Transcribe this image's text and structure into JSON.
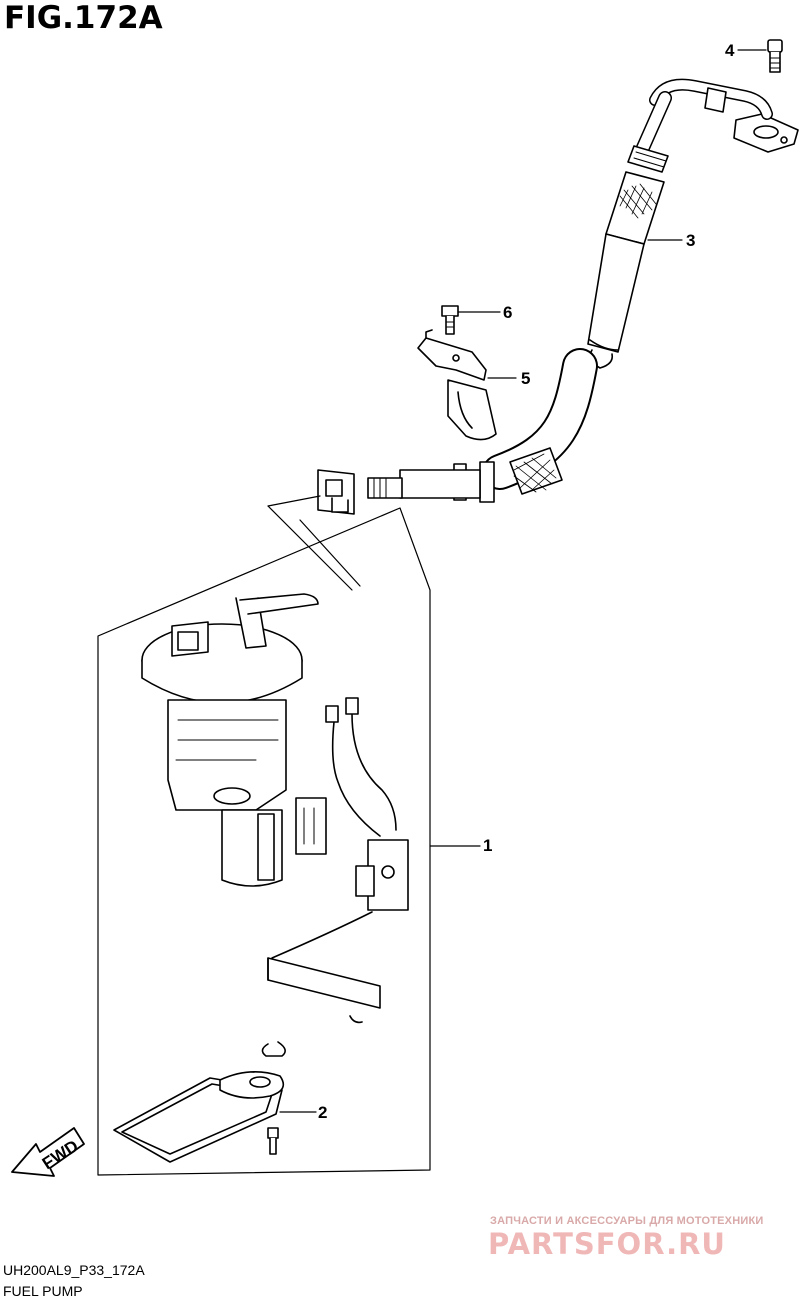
{
  "figure": {
    "title": "FIG.172A"
  },
  "callouts": [
    {
      "id": "1",
      "label": "1"
    },
    {
      "id": "2",
      "label": "2"
    },
    {
      "id": "3",
      "label": "3"
    },
    {
      "id": "4",
      "label": "4"
    },
    {
      "id": "5",
      "label": "5"
    },
    {
      "id": "6",
      "label": "6"
    }
  ],
  "direction_label": "FWD",
  "watermark": {
    "tagline": "ЗАПЧАСТИ И АКСЕССУАРЫ ДЛЯ МОТОТЕХНИКИ",
    "logo": "PARTSFOR.RU"
  },
  "footer": {
    "code": "UH200AL9_P33_172A",
    "name": "FUEL PUMP"
  }
}
